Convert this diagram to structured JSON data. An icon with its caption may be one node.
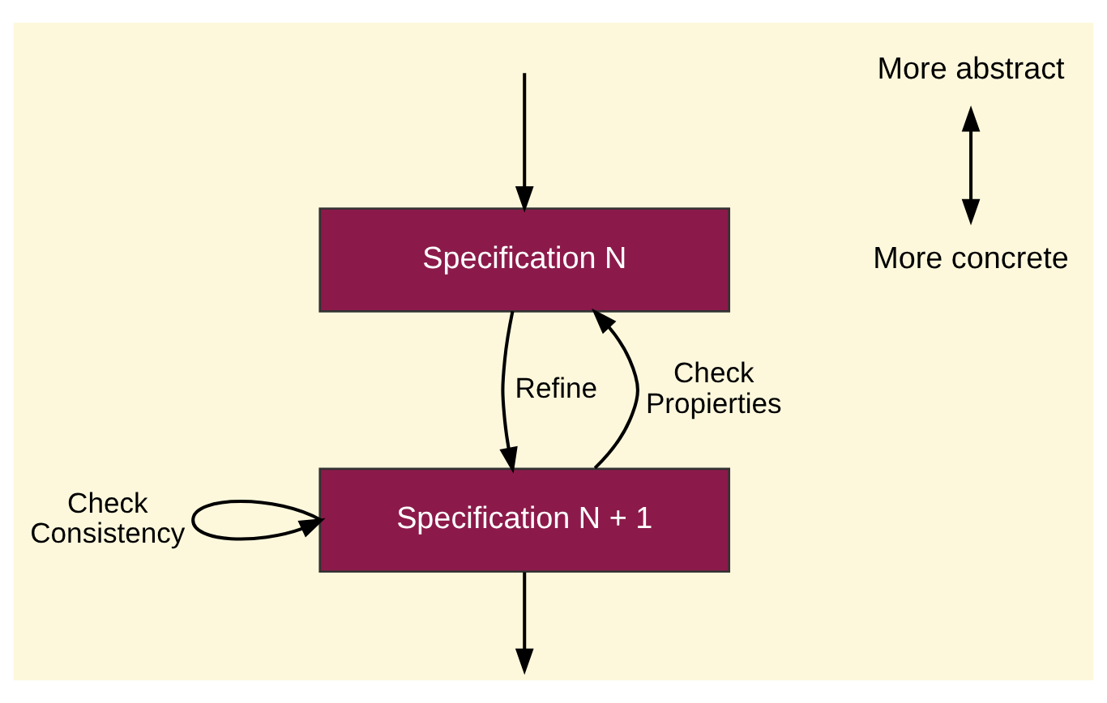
{
  "diagram": {
    "nodes": [
      {
        "text": [
          "Specification N"
        ]
      },
      {
        "text": [
          "Specification N + 1"
        ]
      },
      {
        "text": [
          "More abstract"
        ]
      },
      {
        "text": [
          "More concrete"
        ]
      }
    ],
    "edges": [
      {
        "from": null,
        "to": 0,
        "arrow": "to"
      },
      {
        "from": 0,
        "to": 1,
        "arrow": "to",
        "label": "Refine"
      },
      {
        "from": 1,
        "to": 0,
        "arrow": "to",
        "label": "Check Propierties"
      },
      {
        "from": 1,
        "to": 1,
        "arrow": "to",
        "label": "Check Consistency"
      },
      {
        "from": 1,
        "to": null,
        "arrow": "to"
      },
      {
        "from": 2,
        "to": 3,
        "arrow": "both"
      }
    ]
  }
}
